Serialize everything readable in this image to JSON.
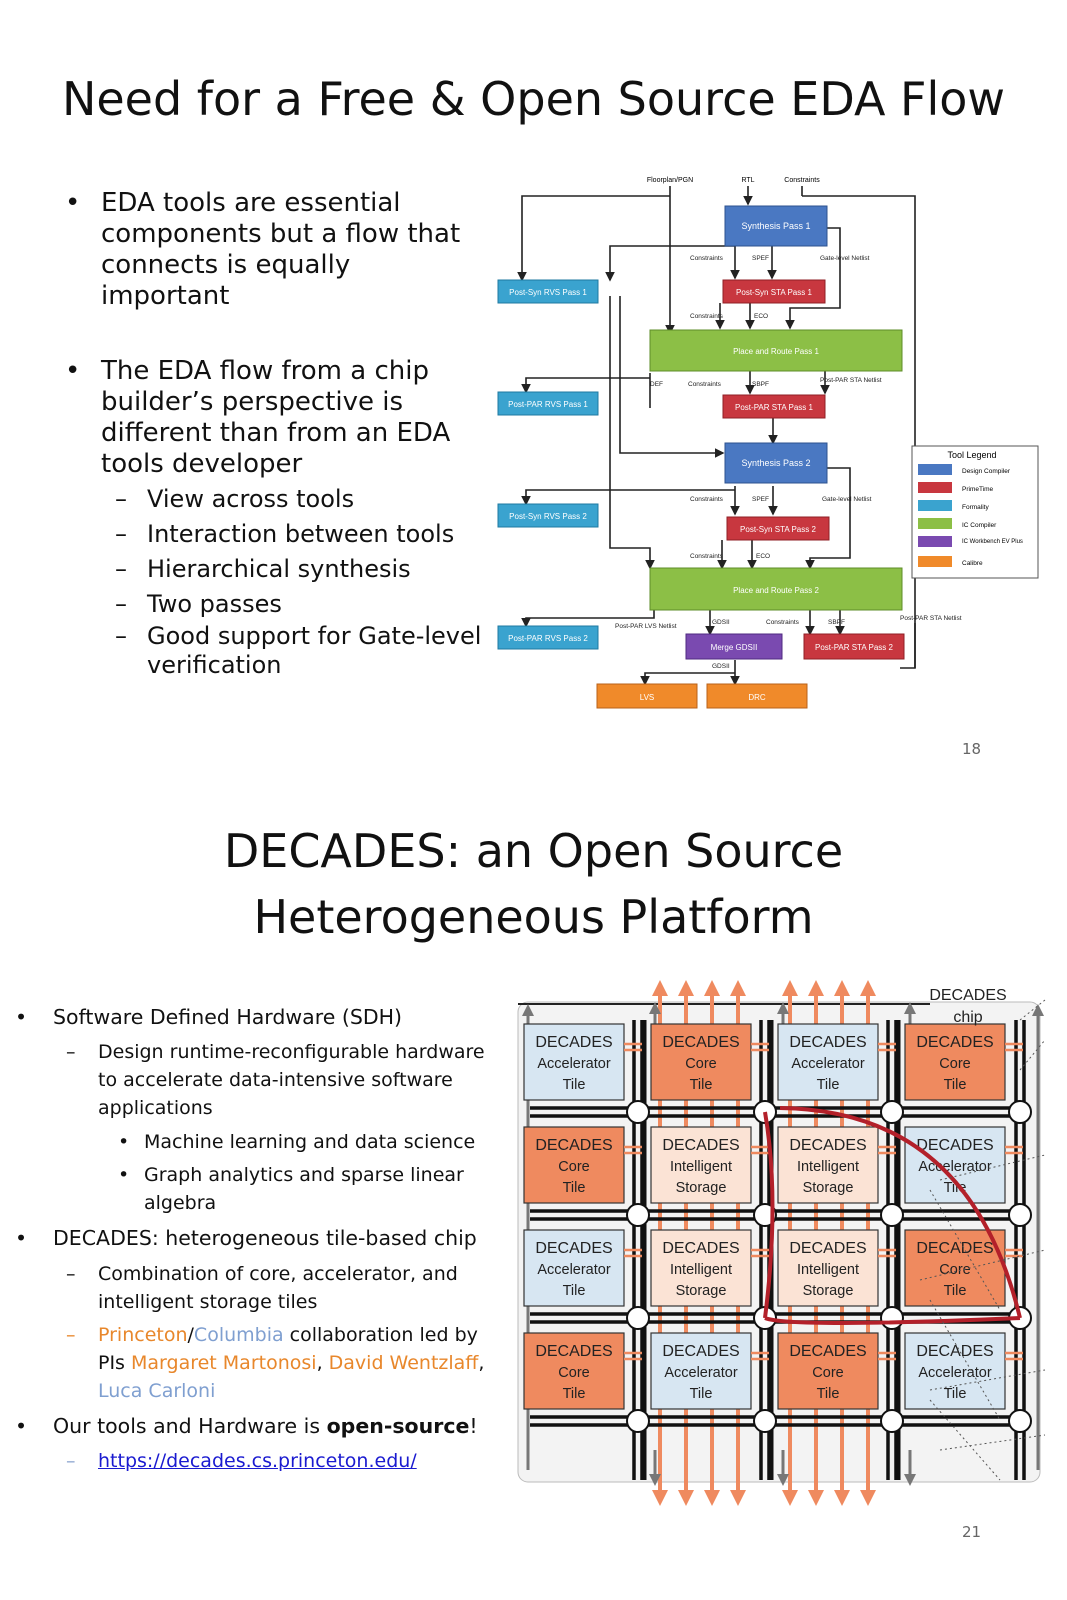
{
  "slide1": {
    "title": "Need for a Free & Open Source EDA Flow",
    "bullets": [
      "EDA tools are essential components but a flow that connects is equally important",
      "The EDA flow from a chip builder’s perspective is different than from an EDA tools developer"
    ],
    "subbullets": [
      "View across tools",
      "Interaction between tools",
      "Hierarchical synthesis",
      "Two passes",
      "Good support for Gate-level verification"
    ],
    "page_number": "18",
    "diagram": {
      "top_inputs": [
        "Floorplan/PGN",
        "RTL",
        "Constraints"
      ],
      "boxes": {
        "synth1": "Synthesis Pass 1",
        "sta1": "Post-Syn STA Pass 1",
        "pnr1": "Place and Route Pass 1",
        "parsta1": "Post-PAR STA Pass 1",
        "synth2": "Synthesis Pass 2",
        "sta2": "Post-Syn STA Pass 2",
        "pnr2": "Place and Route Pass 2",
        "parsta2": "Post-PAR STA Pass 2",
        "merge": "Merge GDSII",
        "drc": "DRC",
        "lvs": "LVS",
        "rvs1": "Post-Syn RVS Pass 1",
        "parrvs1": "Post-PAR RVS Pass 1",
        "rvs2": "Post-Syn RVS Pass 2",
        "parrvs2": "Post-PAR RVS Pass 2"
      },
      "edge_labels": {
        "c1": "Constraints",
        "spef1": "SPEF",
        "gln1": "Gate-level Netlist",
        "c2": "Constraints",
        "eco1": "ECO",
        "def": "DEF",
        "c3": "Constraints",
        "sbpf1": "SBPF",
        "ppn1": "Post-PAR STA Netlist",
        "c4": "Constraints",
        "spef2": "SPEF",
        "gln2": "Gate-level Netlist",
        "c5": "Constraints",
        "eco2": "ECO",
        "plvs": "Post-PAR LVS Netlist",
        "gdsii1": "GDSII",
        "c6": "Constraints",
        "sbpf2": "SBPF",
        "ppn2": "Post-PAR STA Netlist",
        "gdsii2": "GDSII"
      },
      "legend": {
        "title": "Tool Legend",
        "items": [
          {
            "label": "Design Compiler",
            "color": "#4a78c2"
          },
          {
            "label": "PrimeTime",
            "color": "#c8373f"
          },
          {
            "label": "Formality",
            "color": "#3aa3cf"
          },
          {
            "label": "IC Compiler",
            "color": "#8cbf46"
          },
          {
            "label": "IC Workbench EV Plus",
            "color": "#7a4ab0"
          },
          {
            "label": "Calibre",
            "color": "#f08a2a"
          }
        ]
      }
    }
  },
  "slide2": {
    "title_line1": "DECADES: an Open Source",
    "title_line2": "Heterogeneous Platform",
    "page_number": "21",
    "b1": "Software Defined Hardware (SDH)",
    "b1_sub": "Design runtime-reconfigurable hardware to accelerate data-intensive software applications",
    "b1_sub_sub1": "Machine learning and data science",
    "b1_sub_sub2": "Graph analytics and sparse linear algebra",
    "b2": "DECADES: heterogeneous tile-based chip",
    "b2_sub1": "Combination of core, accelerator, and intelligent storage tiles",
    "collab": {
      "princeton": "Princeton",
      "slash": "/",
      "columbia": "Columbia",
      "text1": " collaboration led by PIs ",
      "martonosi": "Margaret Martonosi",
      "comma1": ", ",
      "wentzlaff": "David Wentzlaff",
      "comma2": ", ",
      "carloni": "Luca Carloni"
    },
    "b3_prefix": "Our tools and Hardware is ",
    "b3_bold": "open-source",
    "b3_suffix": "!",
    "link": "https://decades.cs.princeton.edu/",
    "chip": {
      "chip_label": "DECADES chip",
      "tiles": [
        [
          "DECADES|Accelerator|Tile",
          "DECADES|Core|Tile",
          "DECADES|Accelerator|Tile",
          "DECADES|Core|Tile"
        ],
        [
          "DECADES|Core|Tile",
          "DECADES|Intelligent|Storage",
          "DECADES|Intelligent|Storage",
          "DECADES|Accelerator|Tile"
        ],
        [
          "DECADES|Accelerator|Tile",
          "DECADES|Intelligent|Storage",
          "DECADES|Intelligent|Storage",
          "DECADES|Core|Tile"
        ],
        [
          "DECADES|Core|Tile",
          "DECADES|Accelerator|Tile",
          "DECADES|Core|Tile",
          "DECADES|Accelerator|Tile"
        ]
      ],
      "colors": {
        "core": "#ef8a5f",
        "accel": "#d7e6f2",
        "storage": "#fbe3d5"
      }
    }
  }
}
